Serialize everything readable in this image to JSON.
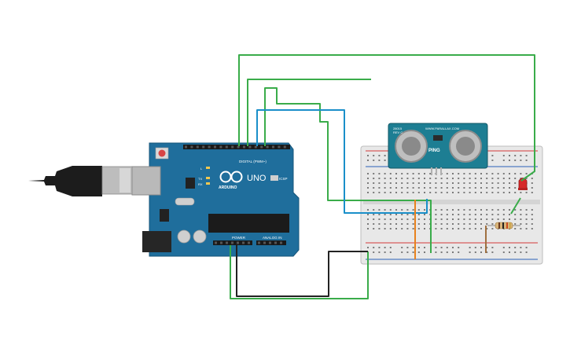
{
  "arduino": {
    "brand": "ARDUINO",
    "model": "UNO",
    "digital_header": "DIGITAL (PWM~)",
    "power_header": "POWER",
    "analog_header": "ANALOG IN",
    "icsp_label": "ICSP",
    "led_l": "L",
    "led_tx": "TX",
    "led_rx": "RX"
  },
  "sensor": {
    "brand": "PING",
    "website": "WWW.PARALLAX.COM",
    "part_number": "28015",
    "revision": "REV C"
  },
  "colors": {
    "board_blue": "#1f6e9c",
    "breadboard": "#e6e6e6",
    "wire_green": "#3aac4a",
    "wire_blue": "#1a8fc9",
    "wire_black": "#222222",
    "wire_orange": "#e8821e",
    "wire_brown": "#a07040",
    "sensor_teal": "#1d7e93",
    "led_red": "#d62828"
  },
  "icons": [
    "usb-cable-icon",
    "arduino-logo-icon",
    "reset-button-icon",
    "led-icon",
    "resistor-icon"
  ]
}
